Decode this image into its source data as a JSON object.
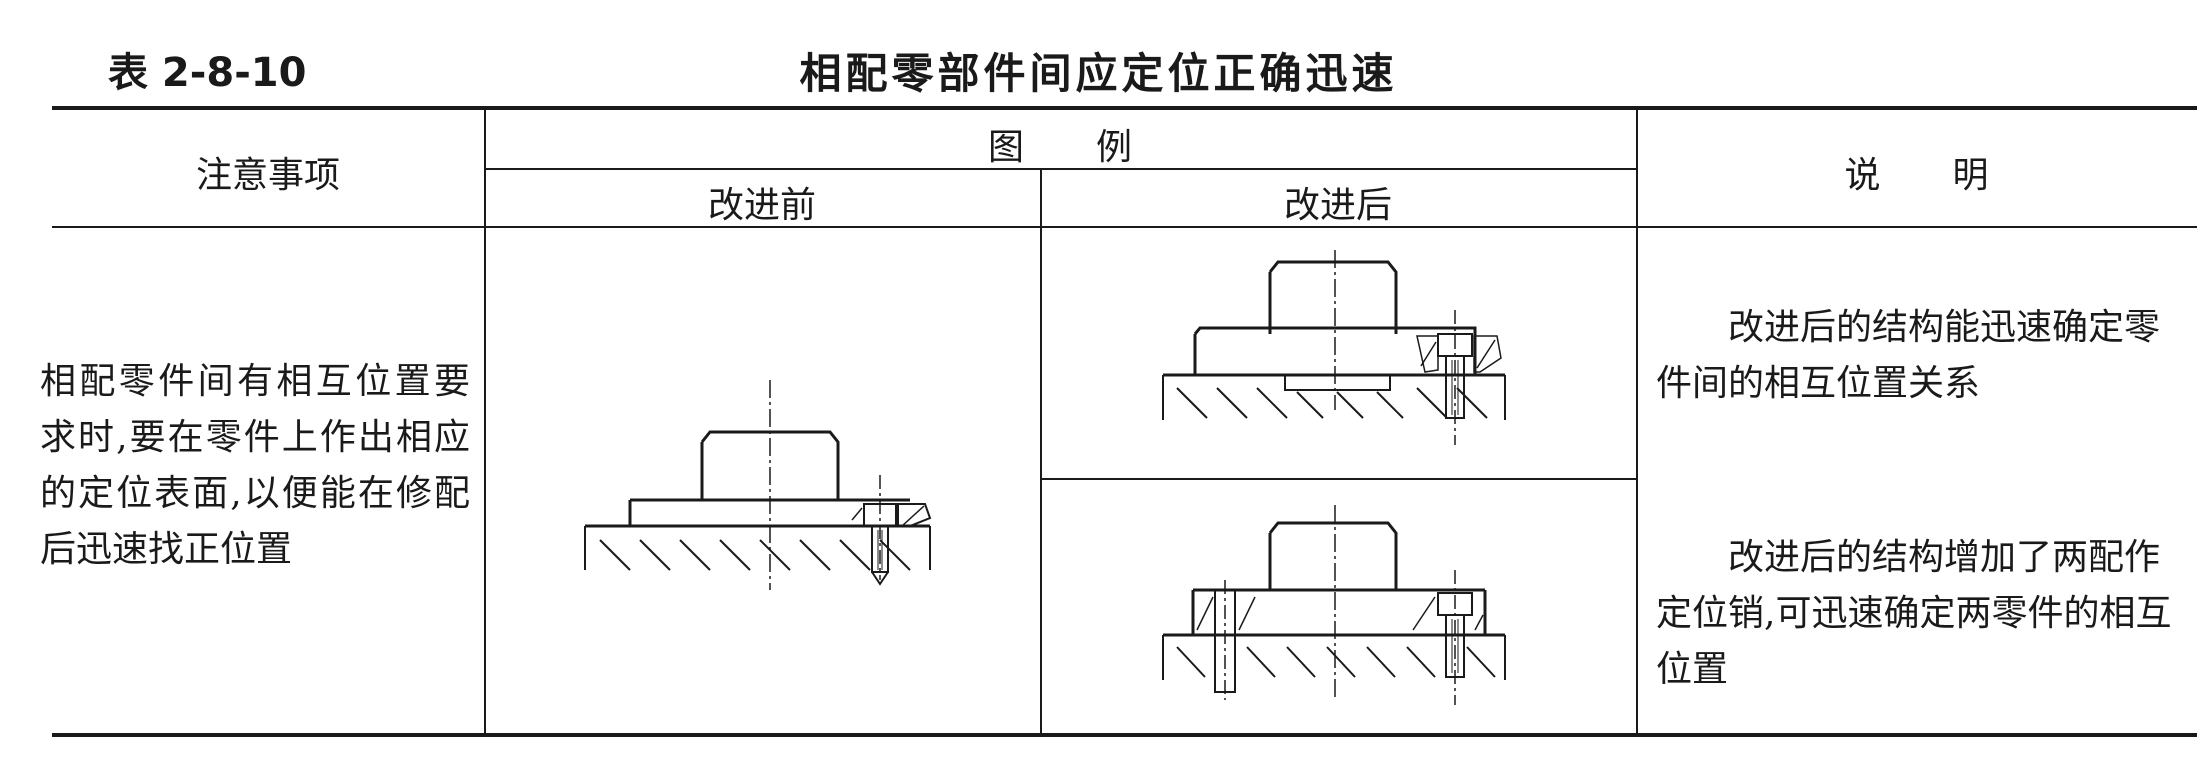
{
  "table_number": "表 2-8-10",
  "caption": "相配零部件间应定位正确迅速",
  "headers": {
    "notes": "注意事项",
    "figure": "图　　例",
    "before": "改进前",
    "after": "改进后",
    "explain": "说　　明"
  },
  "notes_text": "相配零件间有相互位置要求时,要在零件上作出相应的定位表面,以便能在修配后迅速找正位置",
  "explanations": [
    "改进后的结构能迅速确定零件间的相互位置关系",
    "改进后的结构增加了两配作定位销,可迅速确定两零件的相互位置"
  ]
}
